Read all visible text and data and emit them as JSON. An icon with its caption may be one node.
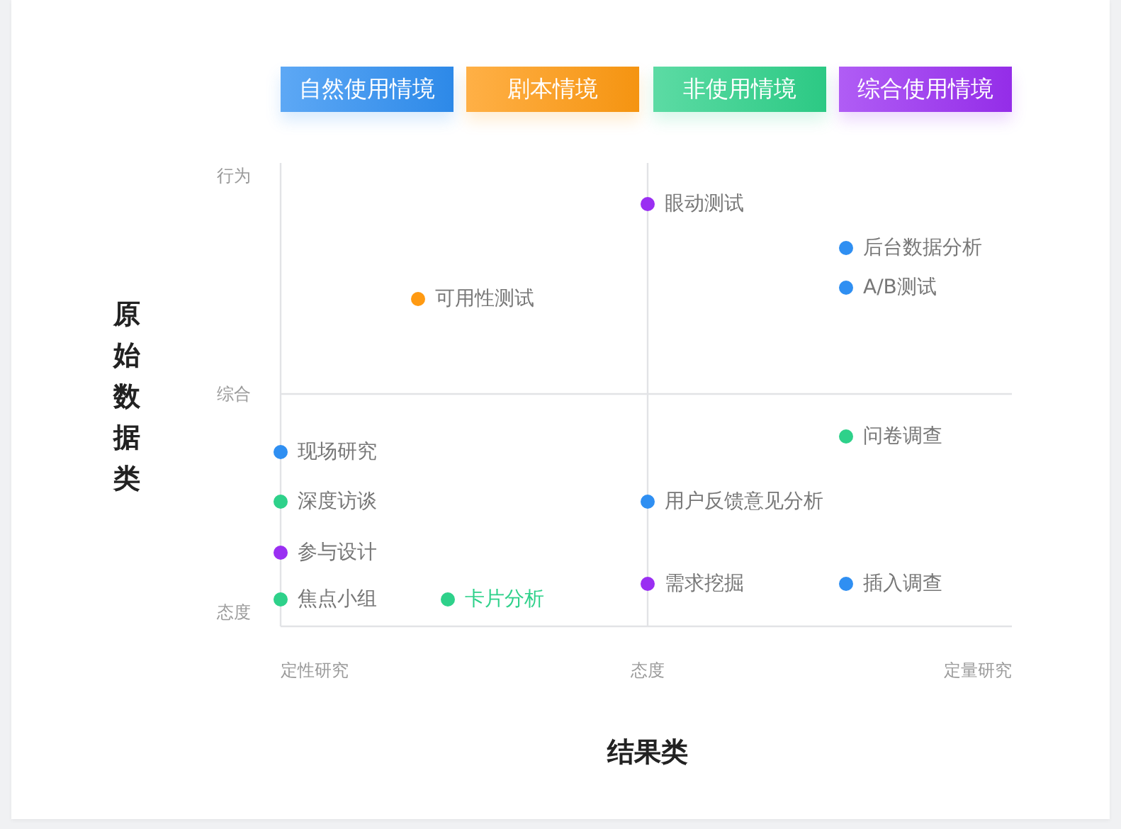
{
  "diagram": {
    "legend": [
      {
        "text": "自然使用情境",
        "color": "#2f8ff2"
      },
      {
        "text": "剧本情境",
        "color": "#ff9a12"
      },
      {
        "text": "非使用情境",
        "color": "#2ed18a"
      },
      {
        "text": "综合使用情境",
        "color": "#9a2ff2"
      }
    ],
    "labels": [
      "行为",
      "眼动测试",
      "后台数据分析",
      "A/B测试",
      "可用性测试",
      "原始数据类",
      "综合",
      "问卷调查",
      "现场研究",
      "深度访谈",
      "用户反馈意见分析",
      "参与设计",
      "需求挖掘",
      "插入调查",
      "态度",
      "焦点小组",
      "卡片分析",
      "定性研究",
      "态度",
      "定量研究",
      "结果类"
    ]
  }
}
